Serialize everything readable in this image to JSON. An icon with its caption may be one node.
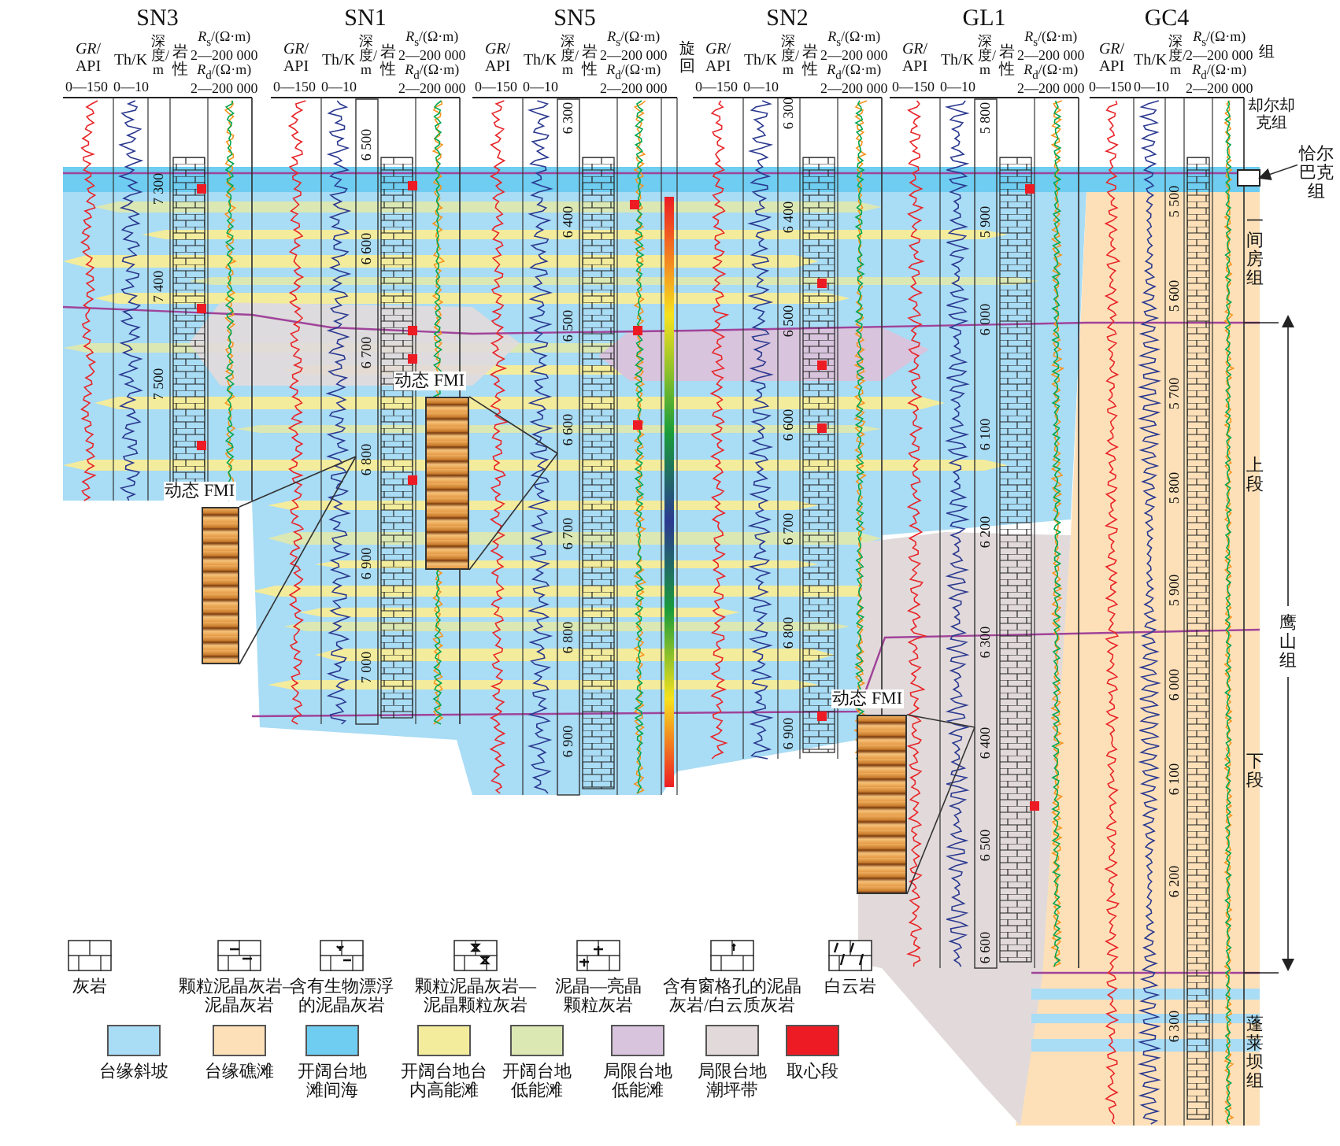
{
  "diagram": {
    "nodes": [
      {
        "text": [
          "动态 FMI"
        ]
      },
      {
        "text": [
          "动态 FMI"
        ]
      },
      {
        "text": [
          "动态 FMI"
        ]
      },
      {
        "text": [
          "恰尔巴克组"
        ]
      },
      {
        "text": [],
        "shape": "bar"
      },
      {
        "text": [],
        "shape": "bar"
      },
      {
        "text": [],
        "shape": "bar"
      },
      {
        "text": [],
        "shape": "box"
      }
    ],
    "edges": [
      {
        "from": 0,
        "to": 4,
        "arrow": "none"
      },
      {
        "from": 0,
        "to": 4,
        "arrow": "none"
      },
      {
        "from": 1,
        "to": 5,
        "arrow": "none"
      },
      {
        "from": 1,
        "to": 5,
        "arrow": "none"
      },
      {
        "from": 2,
        "to": 6,
        "arrow": "none"
      },
      {
        "from": 2,
        "to": 6,
        "arrow": "none"
      },
      {
        "from": 3,
        "to": 7,
        "arrow": "to"
      }
    ],
    "labels": [
      "SN3",
      "*GR*/ API",
      "Th/K",
      "深度/m",
      "岩性",
      "*R*$_{s}$/(Ω·m) 2—200 000",
      "*R*$_{d}$/(Ω·m) 2—200 000",
      "0—150",
      "0—10",
      "7 300",
      "7 400",
      "7 500",
      "SN1",
      "*GR*/ API",
      "Th/K",
      "深度/m",
      "岩性",
      "*R*$_{s}$/(Ω·m) 2—200 000",
      "*R*$_{d}$/(Ω·m) 2—200 000",
      "0—150",
      "0—10",
      "6 500",
      "6 600",
      "6 700",
      "6 800",
      "6 900",
      "7 000",
      "SN5",
      "*GR*/ API",
      "Th/K",
      "深度/m",
      "岩性",
      "*R*$_{s}$/(Ω·m) 2—200 000",
      "*R*$_{d}$/(Ω·m) 2—200 000",
      "旋回",
      "0—150",
      "0—10",
      "6 300",
      "6 400",
      "6 500",
      "6 600",
      "6 700",
      "6 800",
      "6 900",
      "SN2",
      "*GR*/ API",
      "Th/K",
      "深度/m",
      "岩性",
      "*R*$_{s}$/(Ω·m) 2—200 000",
      "*R*$_{d}$/(Ω·m) 2—200 000",
      "0—150",
      "0—10",
      "6 300",
      "6 400",
      "6 500",
      "6 600",
      "6 700",
      "6 800",
      "6 900",
      "GL1",
      "*GR*/ API",
      "Th/K",
      "深度/m",
      "岩性",
      "*R*$_{s}$/(Ω·m) 2—200 000",
      "*R*$_{d}$/(Ω·m) 2—200 000",
      "0—150",
      "0—10",
      "5 800",
      "5 900",
      "6 000",
      "6 100",
      "6 200",
      "6 300",
      "6 400",
      "6 500",
      "6 600",
      "GC4",
      "*GR*/ API",
      "Th/K",
      "深度/m",
      "*R*$_{s}$/(Ω·m) 2—200 000",
      "*R*$_{d}$/(Ω·m) 2—200 000",
      "组",
      "0—150",
      "0—10",
      "5 500",
      "5 600",
      "5 700",
      "5 800",
      "5 900",
      "6 000",
      "6 100",
      "6 200",
      "6 300",
      "却尔却克组",
      "一间房组",
      "上段",
      "鹰山组",
      "下段",
      "蓬莱坝组"
    ],
    "legend": [
      {
        "text": "灰岩"
      },
      {
        "text": "颗粒泥晶灰岩—泥晶灰岩"
      },
      {
        "text": "含有生物漂浮的泥晶灰岩"
      },
      {
        "text": "颗粒泥晶灰岩—泥晶颗粒灰岩"
      },
      {
        "text": "泥晶—亮晶颗粒灰岩"
      },
      {
        "text": "含有窗格孔的泥晶灰岩/白云质灰岩"
      },
      {
        "text": "白云岩"
      },
      {
        "text": "台缘斜坡",
        "color": "#a9dcf5"
      },
      {
        "text": "台缘礁滩",
        "color": "#fde0b8"
      },
      {
        "text": "开阔台地滩间海",
        "color": "#6ecdf0"
      },
      {
        "text": "开阔台地台内高能滩",
        "color": "#f3ec9c"
      },
      {
        "text": "开阔台地低能滩",
        "color": "#dbe8b4"
      },
      {
        "text": "局限台地低能滩",
        "color": "#d8c4dc"
      },
      {
        "text": "局限台地潮坪带",
        "color": "#e2dada"
      },
      {
        "text": "取心段",
        "color": "#ed1c24"
      }
    ]
  }
}
